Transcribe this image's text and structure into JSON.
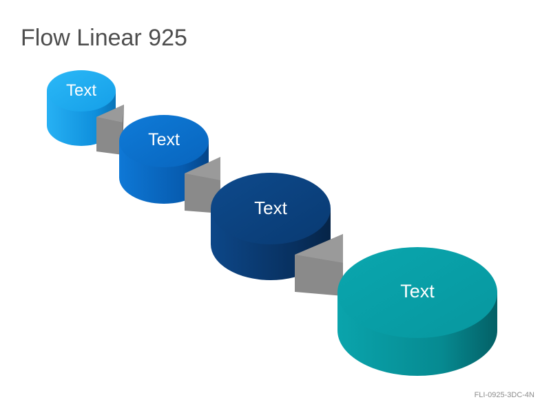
{
  "title": "Flow Linear 925",
  "footer_code": "FLI-0925-3DC-4N",
  "steps": [
    {
      "label": "Text",
      "color_top": "#1ea7ef",
      "color_side": "#0f8bd6"
    },
    {
      "label": "Text",
      "color_top": "#0a6fcb",
      "color_side": "#075aa8"
    },
    {
      "label": "Text",
      "color_top": "#0b3f7a",
      "color_side": "#082e5c"
    },
    {
      "label": "Text",
      "color_top": "#079aa2",
      "color_side": "#057a80"
    }
  ],
  "connector_color": "#7a7a7a"
}
